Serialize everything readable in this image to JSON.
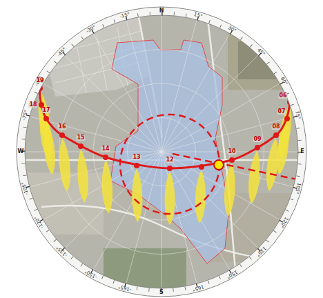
{
  "diagram": {
    "labels": [
      "N",
      "15°",
      "30°",
      "45°",
      "60°",
      "75°",
      "E",
      "105°",
      "120°",
      "135°",
      "150°",
      "165°",
      "S",
      "-165°",
      "-150°",
      "-135°",
      "-120°",
      "-105°",
      "W",
      "-75°",
      "-60°",
      "-45°",
      "-30°",
      "-15°",
      "19",
      "18",
      "17",
      "16",
      "15",
      "14",
      "13",
      "12",
      "10",
      "09",
      "08",
      "07",
      "06"
    ]
  }
}
